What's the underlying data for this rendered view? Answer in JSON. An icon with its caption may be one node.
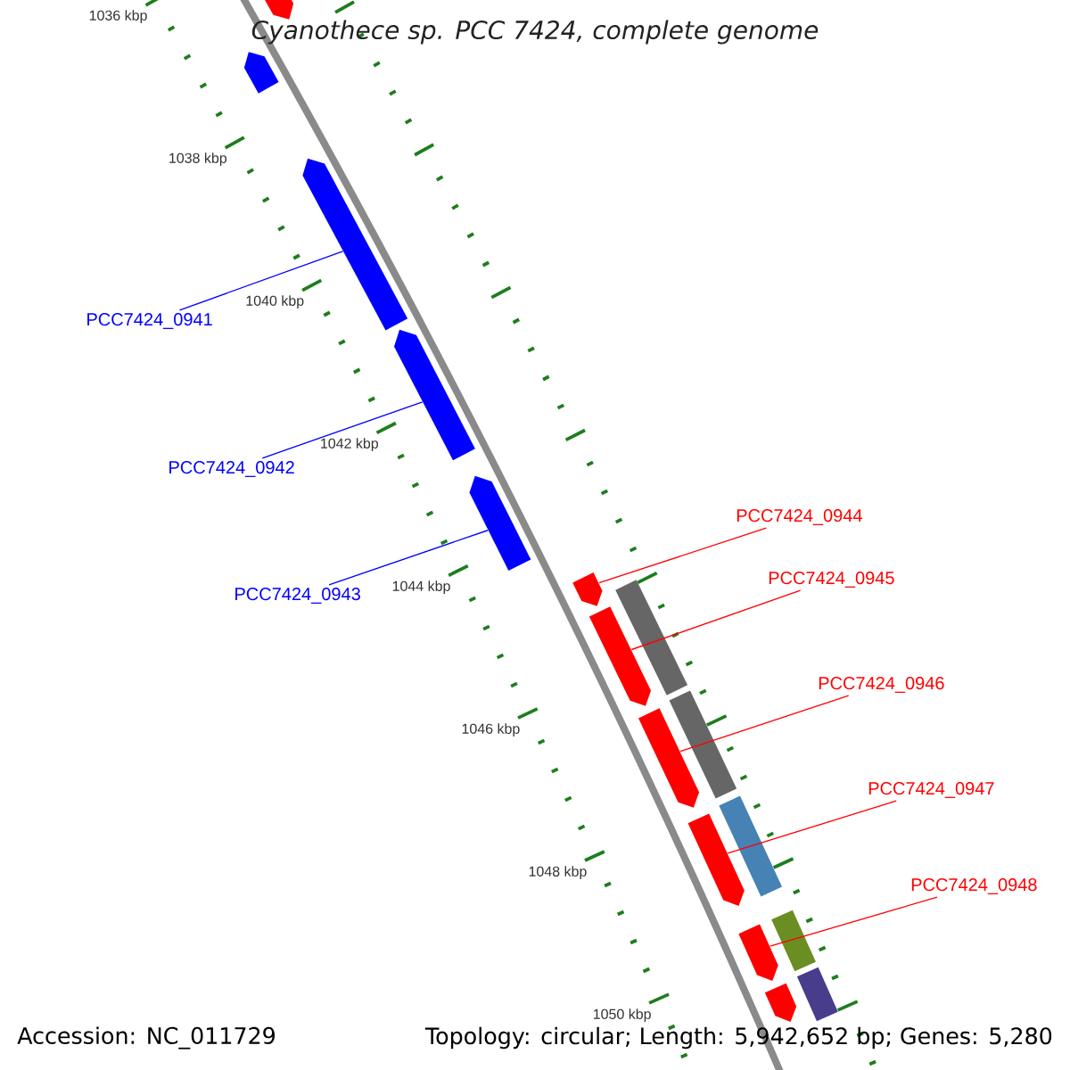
{
  "diagram": {
    "title": "Cyanothece sp. PCC 7424, complete genome",
    "nodes": [
      {
        "text": [
          "PCC7424_0941"
        ]
      },
      {
        "text": [
          "PCC7424_0942"
        ]
      },
      {
        "text": [
          "PCC7424_0943"
        ]
      },
      {
        "text": [
          "PCC7424_0944"
        ]
      },
      {
        "text": [
          "PCC7424_0945"
        ]
      },
      {
        "text": [
          "PCC7424_0946"
        ]
      },
      {
        "text": [
          "PCC7424_0947"
        ]
      },
      {
        "text": [
          "PCC7424_0948"
        ]
      },
      {
        "text": [],
        "shape": "bar"
      },
      {
        "text": [],
        "shape": "bar"
      },
      {
        "text": [],
        "shape": "bar"
      },
      {
        "text": [],
        "shape": "bar"
      },
      {
        "text": [],
        "shape": "bar"
      },
      {
        "text": [],
        "shape": "bar"
      },
      {
        "text": [],
        "shape": "bar"
      },
      {
        "text": [],
        "shape": "bar"
      },
      {
        "text": [],
        "shape": "bar"
      },
      {
        "text": [],
        "shape": "bar"
      },
      {
        "text": [],
        "shape": "bar"
      },
      {
        "text": [],
        "shape": "bar"
      },
      {
        "text": [],
        "shape": "bar"
      },
      {
        "text": [],
        "shape": "bar"
      },
      {
        "text": [],
        "shape": "bar"
      },
      {
        "text": [],
        "shape": "bar"
      }
    ],
    "edges": [
      {
        "from": 0,
        "to": 10,
        "arrow": "none",
        "color": "#0000ff"
      },
      {
        "from": 1,
        "to": 11,
        "arrow": "none",
        "color": "#0000ff"
      },
      {
        "from": 2,
        "to": 12,
        "arrow": "none",
        "color": "#0000ff"
      },
      {
        "from": 3,
        "to": 13,
        "arrow": "none"
      },
      {
        "from": 4,
        "to": 14,
        "arrow": "none"
      },
      {
        "from": 5,
        "to": 15,
        "arrow": "none"
      },
      {
        "from": 6,
        "to": 16,
        "arrow": "none"
      },
      {
        "from": 7,
        "to": 17,
        "arrow": "none"
      }
    ],
    "labels": [
      "1036 kbp",
      "1038 kbp",
      "1040 kbp",
      "1042 kbp",
      "1044 kbp",
      "1046 kbp",
      "1048 kbp",
      "1050 kbp",
      "Accession: NC_011729",
      "Topology: circular; Length: 5,942,652 bp; Genes: 5,280"
    ]
  }
}
